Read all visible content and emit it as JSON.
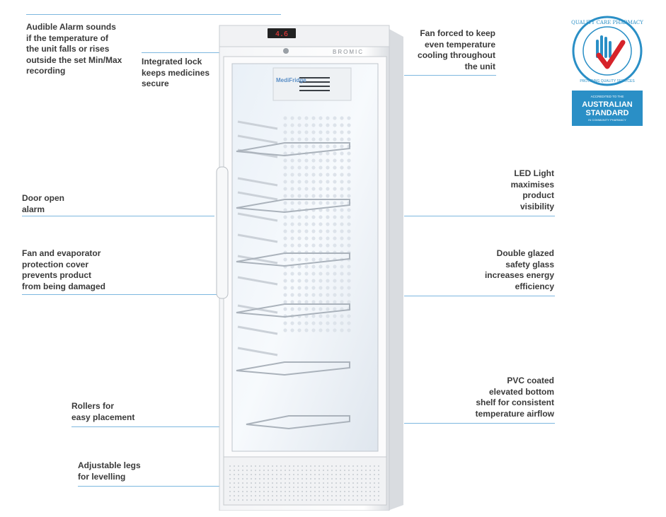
{
  "callouts": {
    "alarm": "Audible Alarm sounds\nif the temperature of\nthe unit falls or rises\noutside the set Min/Max\nrecording",
    "lock": "Integrated lock\nkeeps medicines\nsecure",
    "door_alarm": "Door open\nalarm",
    "fan_cover": "Fan and evaporator\nprotection cover\nprevents product\nfrom being damaged",
    "rollers": "Rollers for\neasy placement",
    "legs": "Adjustable legs\nfor levelling",
    "fan_forced": "Fan forced to keep\neven temperature\ncooling throughout\nthe unit",
    "led": "LED Light\nmaximises\nproduct\nvisibility",
    "glass": "Double glazed\nsafety glass\nincreases energy\nefficiency",
    "shelf": "PVC coated\nelevated bottom\nshelf for consistent\ntemperature airflow"
  },
  "product": {
    "brand": "BROMIC",
    "model_label": "MediFridge",
    "display_reading": "4.6"
  },
  "badge": {
    "ring_text": "QUALITY CARE PHARMACY",
    "ring_sub": "PROVIDING QUALITY SERVICES",
    "accredited": "ACCREDITED TO THE",
    "standard_line1": "AUSTRALIAN",
    "standard_line2": "STANDARD",
    "standard_sub": "IN COMMUNITY PHARMACY"
  },
  "colors": {
    "callout_line": "#7db7df",
    "badge_blue": "#2a8fc6",
    "badge_red": "#d6232a"
  }
}
